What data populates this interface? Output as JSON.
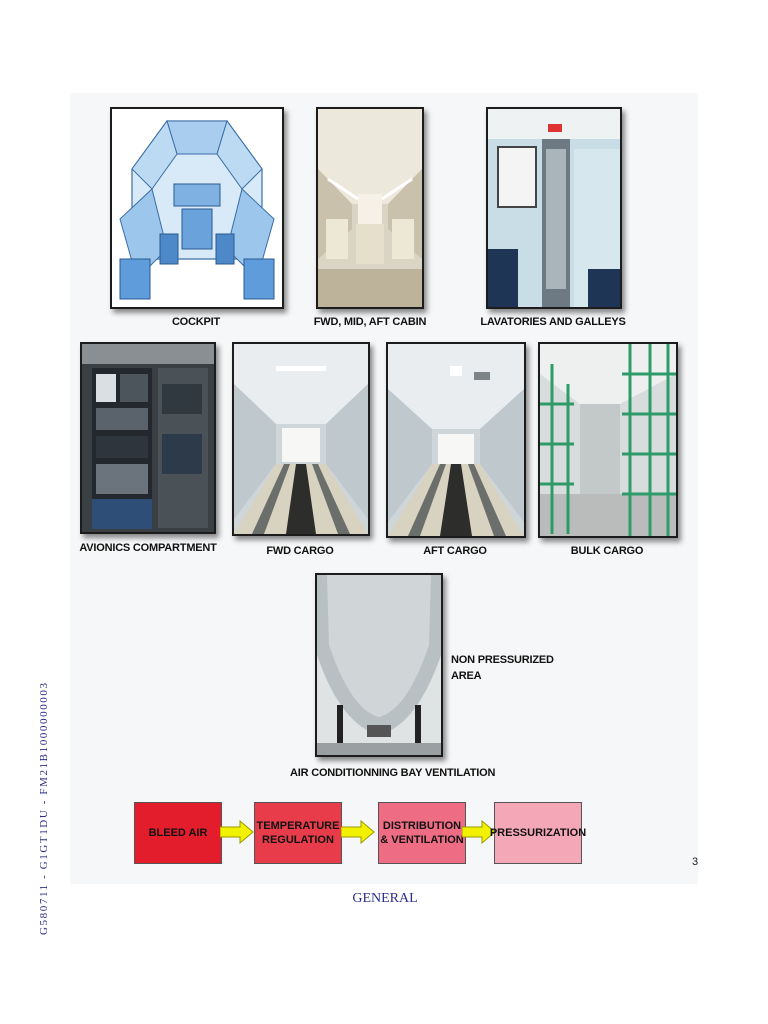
{
  "images": {
    "cockpit": "COCKPIT",
    "cabin": "FWD, MID, AFT CABIN",
    "lavatories": "LAVATORIES AND GALLEYS",
    "avionics": "AVIONICS COMPARTMENT",
    "fwd_cargo": "FWD CARGO",
    "aft_cargo": "AFT CARGO",
    "bulk_cargo": "BULK CARGO",
    "ac_bay": "AIR CONDITIONNING BAY VENTILATION"
  },
  "non_pressurized": {
    "line1": "NON PRESSURIZED",
    "line2": "AREA"
  },
  "flow": {
    "step1": "BLEED AIR",
    "step2_line1": "TEMPERATURE",
    "step2_line2": "REGULATION",
    "step3_line1": "DISTRIBUTION",
    "step3_line2": "& VENTILATION",
    "step4": "PRESSURIZATION",
    "colors": [
      "#e31d2b",
      "#e83c4b",
      "#ee6d84",
      "#f4a8b7"
    ],
    "arrow_color": "#f2f200"
  },
  "page_number": "3",
  "footer": "GENERAL",
  "side_code": "G580711 - G1GT1DU - FM21B1000000003"
}
